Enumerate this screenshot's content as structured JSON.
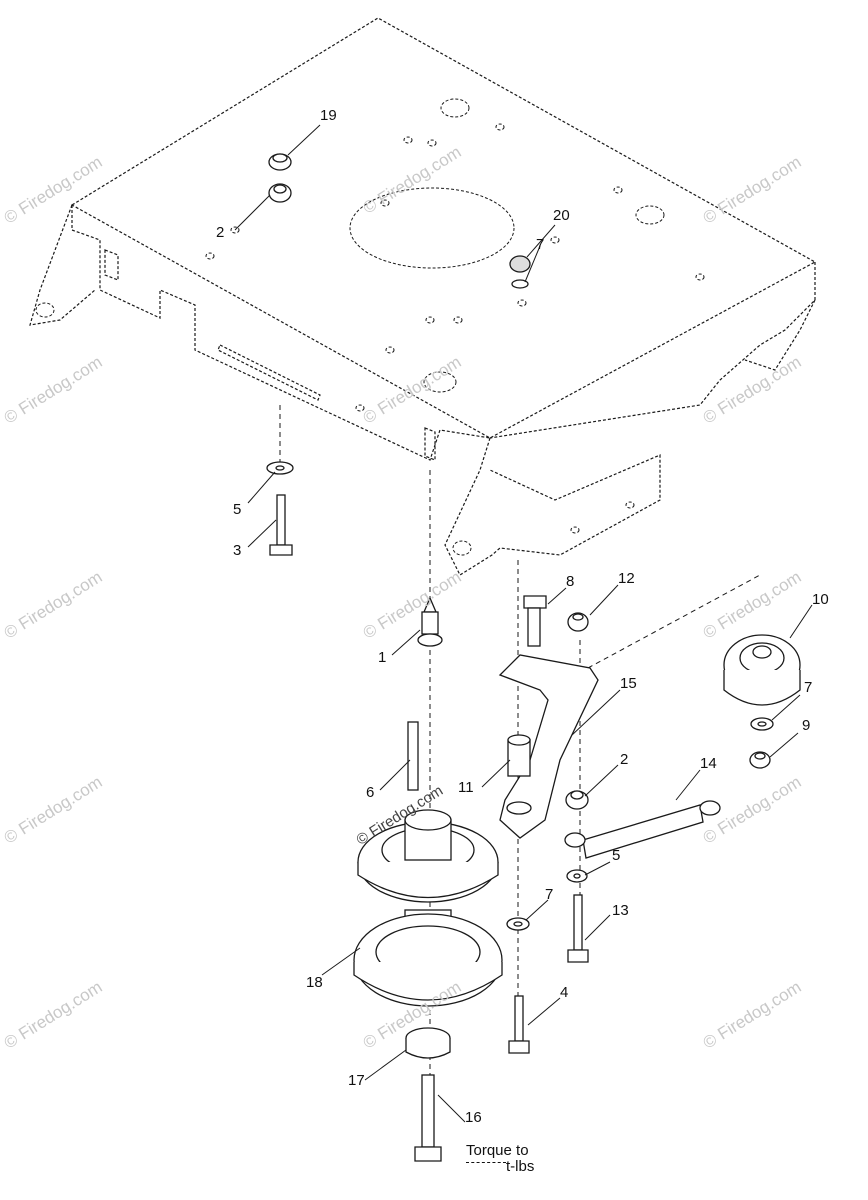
{
  "callouts": {
    "c19": "19",
    "c2a": "2",
    "c20": "20",
    "c7a": "7",
    "c5a": "5",
    "c3": "3",
    "c8": "8",
    "c12": "12",
    "c10": "10",
    "c1": "1",
    "c15": "15",
    "c7b": "7",
    "c9": "9",
    "c6": "6",
    "c11": "11",
    "c2b": "2",
    "c14": "14",
    "c5b": "5",
    "c7c": "7",
    "c13": "13",
    "c18": "18",
    "c4": "4",
    "c17": "17",
    "c16": "16"
  },
  "watermark": "© Firedog.com",
  "note": {
    "line1": "Torque to",
    "line2": "t-lbs"
  },
  "colors": {
    "line": "#1a1a1a",
    "watermark": "#c8c8c8"
  }
}
